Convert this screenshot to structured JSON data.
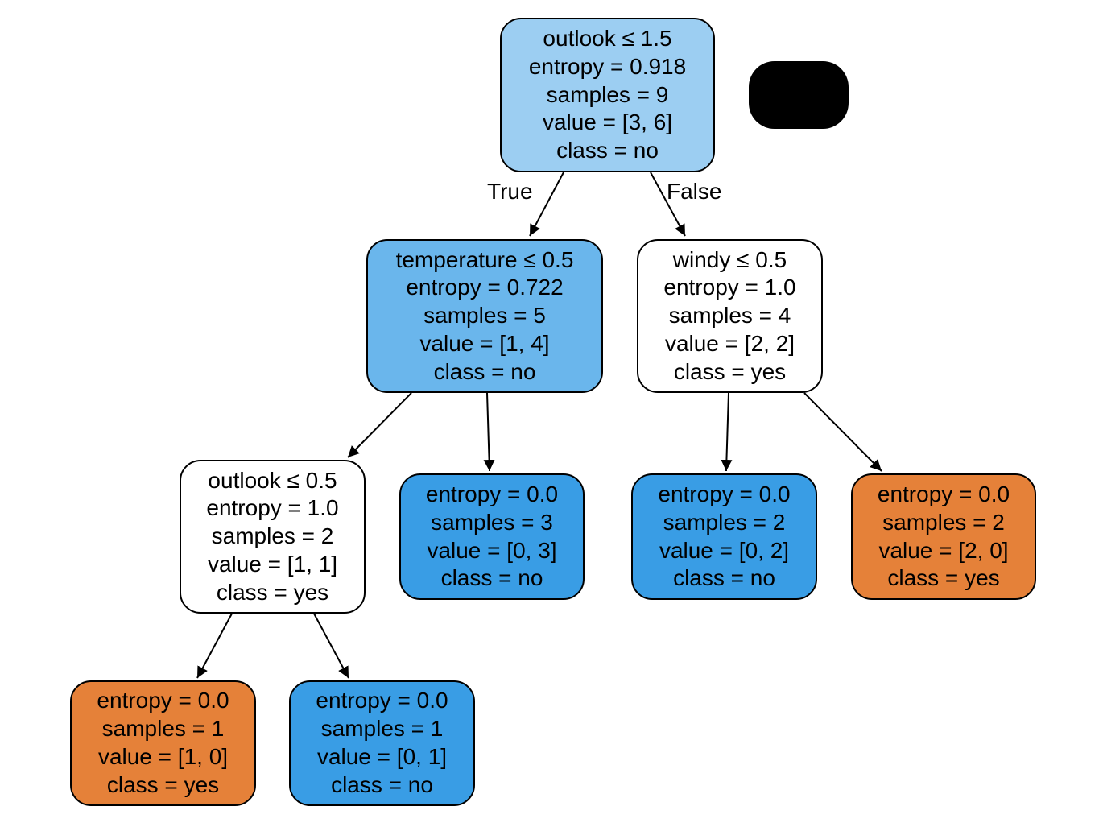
{
  "colors": {
    "class_no_strong": "#399de5",
    "class_no_medium": "#6ab6ec",
    "class_no_light": "#9ccef2",
    "class_yes_strong": "#e58139",
    "impure": "#ffffff",
    "edge": "#000000"
  },
  "edge_labels": {
    "true_label": "True",
    "false_label": "False"
  },
  "tree": {
    "root": {
      "split": "outlook ≤ 1.5",
      "entropy": "entropy = 0.918",
      "samples": "samples = 9",
      "value": "value = [3, 6]",
      "class": "class = no",
      "fill": "#9ccef2"
    },
    "left": {
      "split": "temperature ≤ 0.5",
      "entropy": "entropy = 0.722",
      "samples": "samples = 5",
      "value": "value = [1, 4]",
      "class": "class = no",
      "fill": "#6ab6ec"
    },
    "right": {
      "split": "windy ≤ 0.5",
      "entropy": "entropy = 1.0",
      "samples": "samples = 4",
      "value": "value = [2, 2]",
      "class": "class = yes",
      "fill": "#ffffff"
    },
    "left_left": {
      "split": "outlook ≤ 0.5",
      "entropy": "entropy = 1.0",
      "samples": "samples = 2",
      "value": "value = [1, 1]",
      "class": "class = yes",
      "fill": "#ffffff"
    },
    "left_right": {
      "entropy": "entropy = 0.0",
      "samples": "samples = 3",
      "value": "value = [0, 3]",
      "class": "class = no",
      "fill": "#399de5"
    },
    "right_left": {
      "entropy": "entropy = 0.0",
      "samples": "samples = 2",
      "value": "value = [0, 2]",
      "class": "class = no",
      "fill": "#399de5"
    },
    "right_right": {
      "entropy": "entropy = 0.0",
      "samples": "samples = 2",
      "value": "value = [2, 0]",
      "class": "class = yes",
      "fill": "#e58139"
    },
    "left_left_left": {
      "entropy": "entropy = 0.0",
      "samples": "samples = 1",
      "value": "value = [1, 0]",
      "class": "class = yes",
      "fill": "#e58139"
    },
    "left_left_right": {
      "entropy": "entropy = 0.0",
      "samples": "samples = 1",
      "value": "value = [0, 1]",
      "class": "class = no",
      "fill": "#399de5"
    }
  }
}
